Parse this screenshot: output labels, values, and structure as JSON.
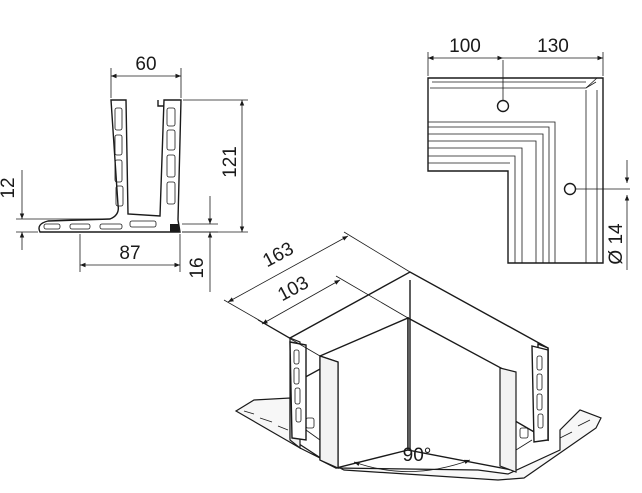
{
  "profile_section": {
    "dim_width_top": "60",
    "dim_height": "121",
    "dim_left_offset": "12",
    "dim_base_width": "87",
    "dim_base_thickness": "16"
  },
  "plan_view": {
    "dim_leg_a": "100",
    "dim_leg_b": "130",
    "dim_hole_diameter": "Ø 14"
  },
  "isometric_view": {
    "dim_outer_length": "163",
    "dim_inner_length": "103",
    "dim_angle": "90°"
  }
}
